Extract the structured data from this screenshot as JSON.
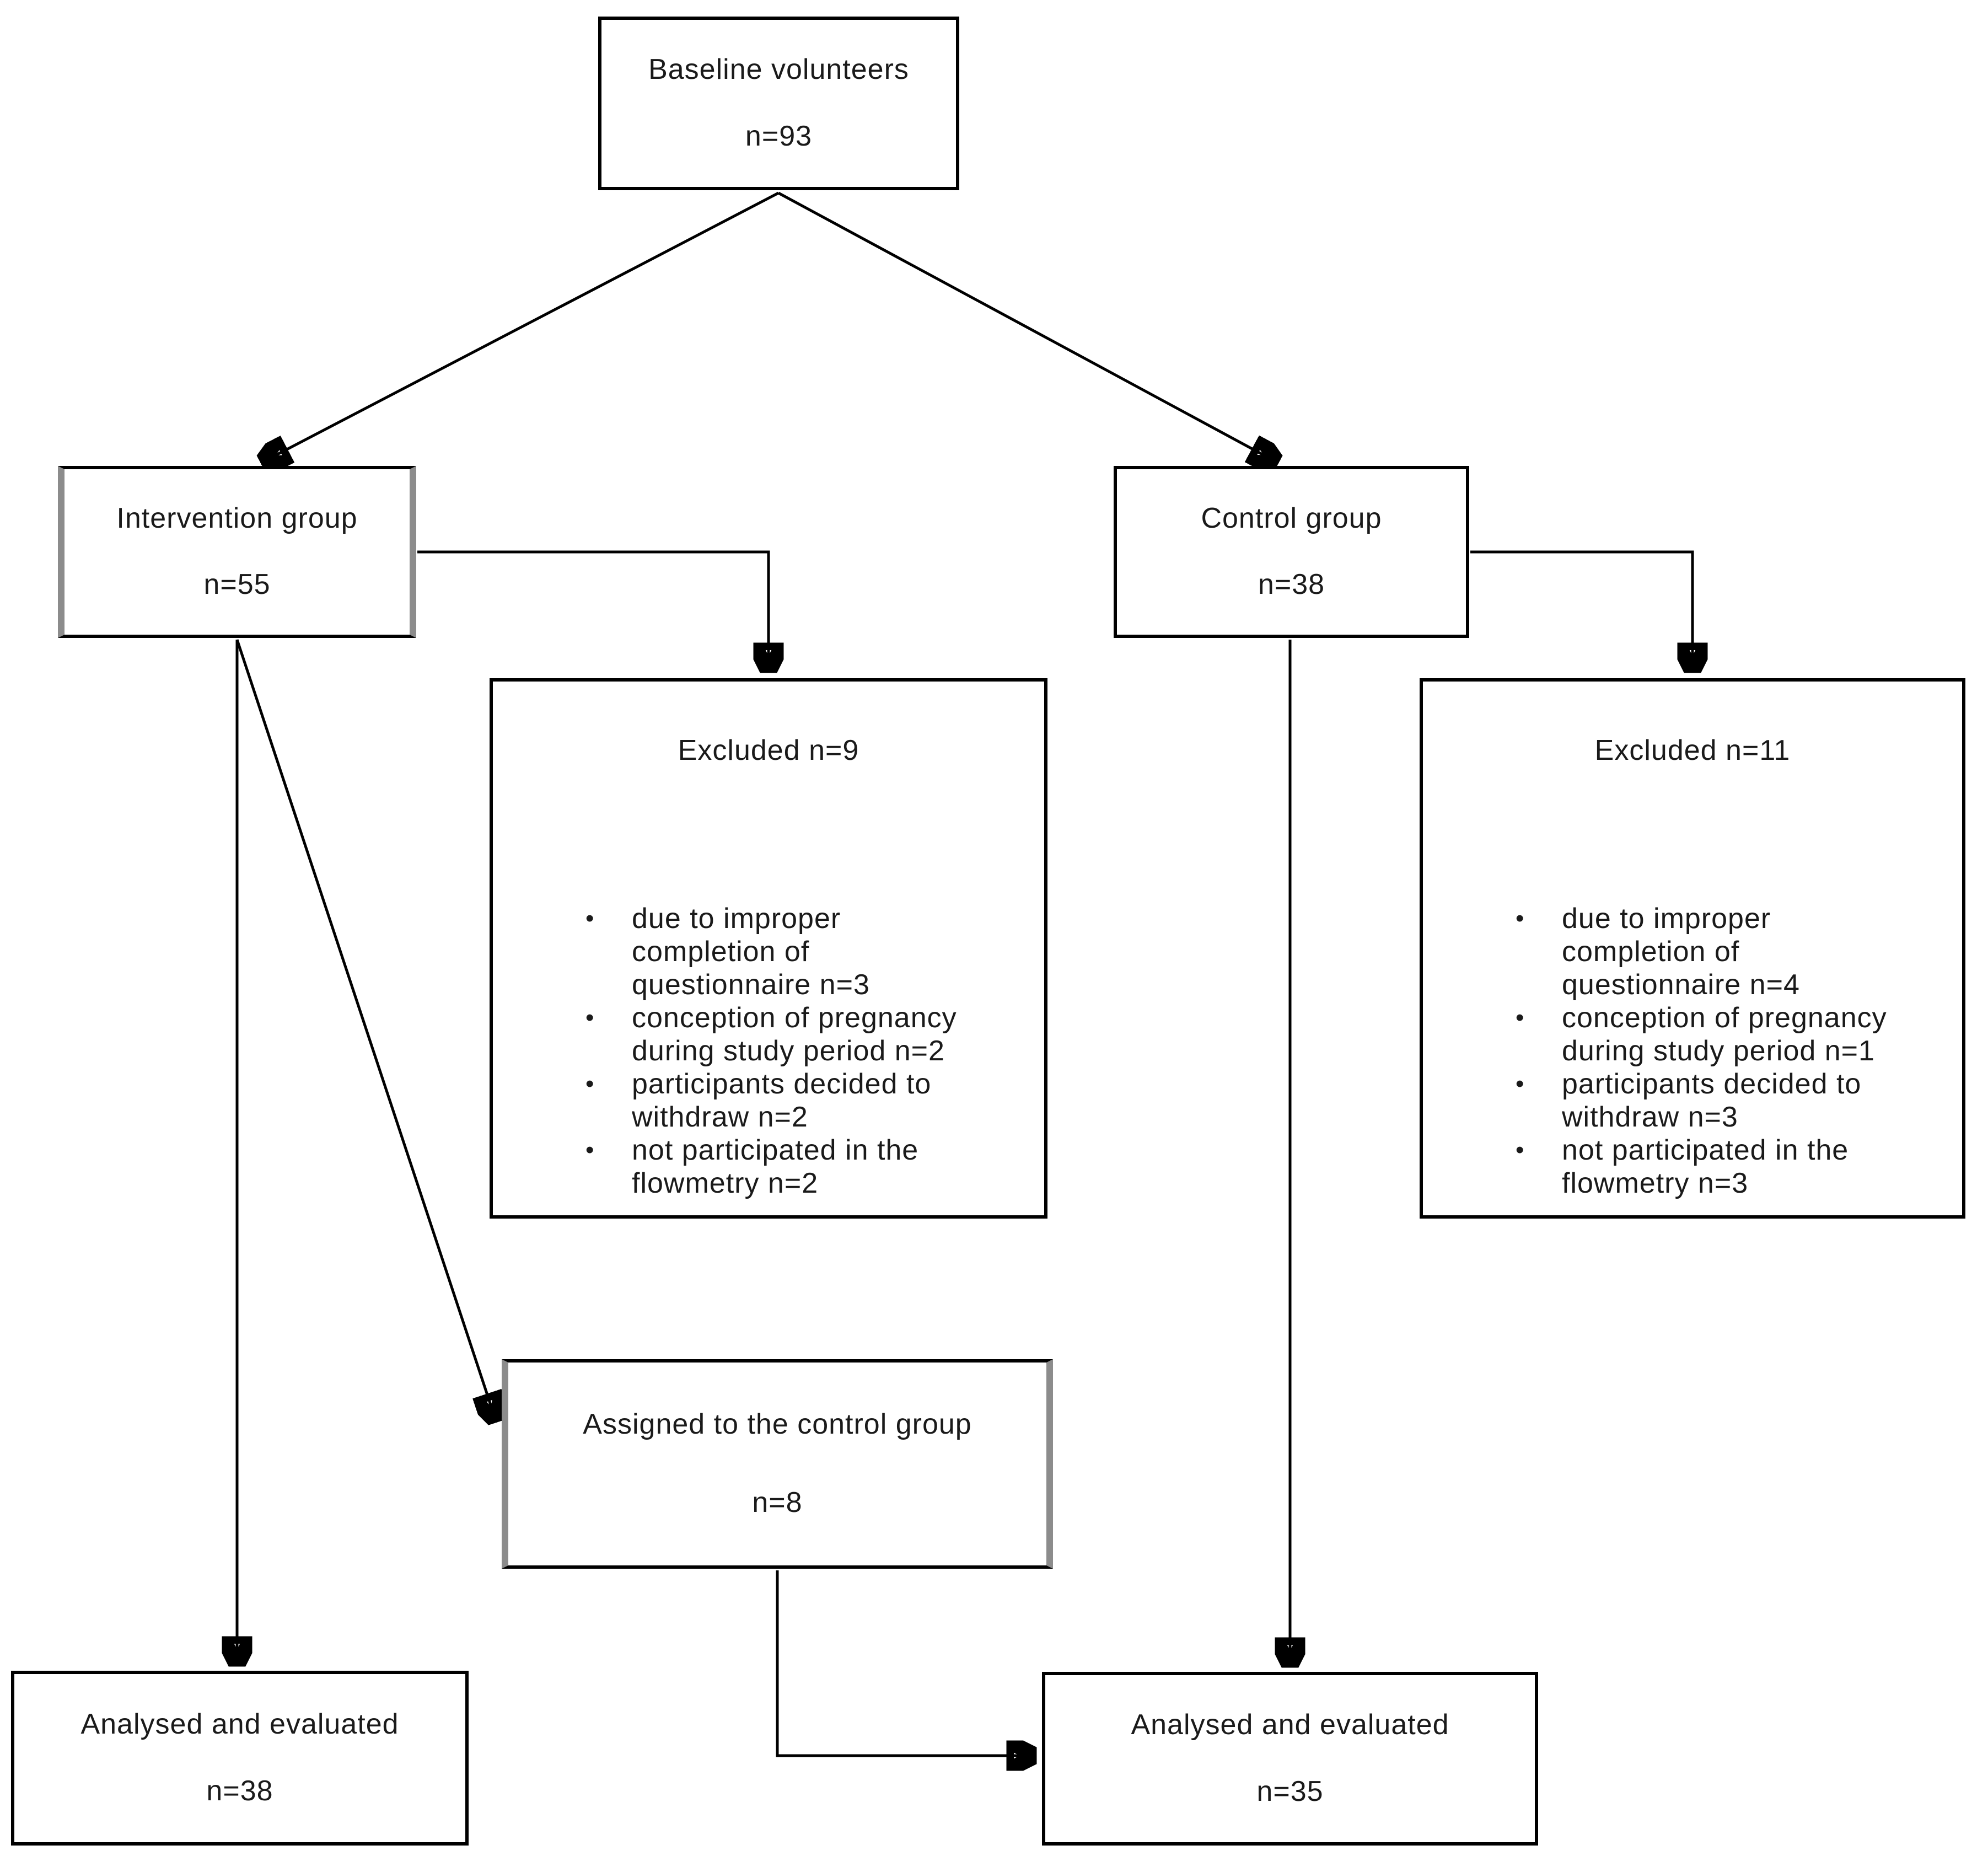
{
  "glyphs": {
    "bullet": "•"
  },
  "nodes": {
    "baseline": {
      "label": "Baseline volunteers",
      "count": "n=93"
    },
    "intervention": {
      "label": "Intervention group",
      "count": "n=55"
    },
    "control": {
      "label": "Control group",
      "count": "n=38"
    },
    "excluded_intervention": {
      "title": "Excluded n=9",
      "bullets": [
        {
          "lines": [
            "due to improper",
            "completion of",
            "questionnaire n=3"
          ]
        },
        {
          "lines": [
            "conception of pregnancy",
            "during study period n=2"
          ]
        },
        {
          "lines": [
            "participants decided to",
            "withdraw n=2"
          ]
        },
        {
          "lines": [
            "not participated in the",
            "flowmetry n=2"
          ]
        }
      ]
    },
    "excluded_control": {
      "title": "Excluded n=11",
      "bullets": [
        {
          "lines": [
            "due to improper",
            "completion of",
            "questionnaire n=4"
          ]
        },
        {
          "lines": [
            "conception of pregnancy",
            "during study period n=1"
          ]
        },
        {
          "lines": [
            "participants decided to",
            "withdraw n=3"
          ]
        },
        {
          "lines": [
            "not participated in the",
            "flowmetry n=3"
          ]
        }
      ]
    },
    "assigned": {
      "label": "Assigned to the control group",
      "count": "n=8"
    },
    "analysed_intervention": {
      "label": "Analysed and evaluated",
      "count": "n=38"
    },
    "analysed_control": {
      "label": "Analysed and evaluated",
      "count": "n=35"
    }
  }
}
